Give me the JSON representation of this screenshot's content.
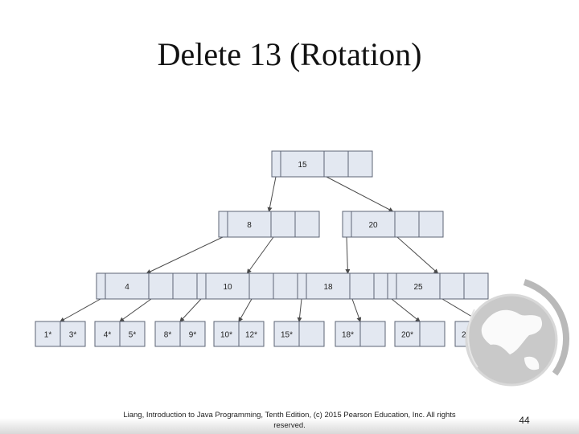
{
  "slide": {
    "title": "Delete 13 (Rotation)",
    "footer": "Liang, Introduction to Java Programming, Tenth Edition, (c) 2015 Pearson Education, Inc. All rights reserved.",
    "page_number": "44"
  },
  "tree": {
    "levels": [
      [
        {
          "keys": [
            "15",
            "",
            ""
          ]
        }
      ],
      [
        {
          "keys": [
            "8",
            "",
            ""
          ]
        },
        {
          "keys": [
            "20",
            "",
            ""
          ]
        }
      ],
      [
        {
          "keys": [
            "4",
            "",
            ""
          ]
        },
        {
          "keys": [
            "10",
            "",
            ""
          ]
        },
        {
          "keys": [
            "18",
            "",
            ""
          ]
        },
        {
          "keys": [
            "25",
            "",
            ""
          ]
        }
      ],
      [
        {
          "keys": [
            "1*",
            "3*"
          ]
        },
        {
          "keys": [
            "4*",
            "5*"
          ]
        },
        {
          "keys": [
            "8*",
            "9*"
          ]
        },
        {
          "keys": [
            "10*",
            "12*"
          ]
        },
        {
          "keys": [
            "15*",
            ""
          ]
        },
        {
          "keys": [
            "18*",
            ""
          ]
        },
        {
          "keys": [
            "20*",
            ""
          ]
        },
        {
          "keys": [
            "25*",
            "28*"
          ]
        }
      ]
    ]
  }
}
